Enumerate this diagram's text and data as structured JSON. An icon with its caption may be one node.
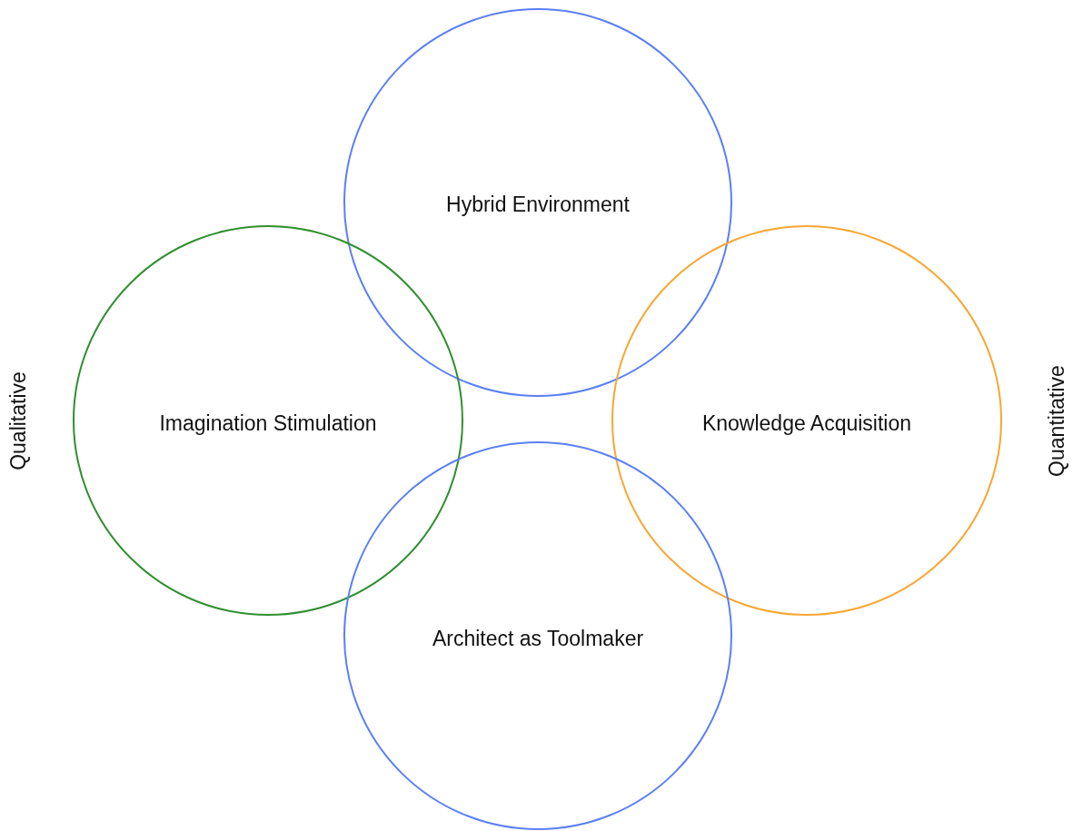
{
  "diagram": {
    "nodes": [
      {
        "text": [
          "Hybrid Environment"
        ]
      },
      {
        "text": [
          "Imagination Stimulation"
        ]
      },
      {
        "text": [
          "Knowledge Acquisition"
        ]
      },
      {
        "text": [
          "Architect as Toolmaker"
        ]
      }
    ],
    "labels": [
      "Qualitative",
      "Quantitative"
    ]
  }
}
